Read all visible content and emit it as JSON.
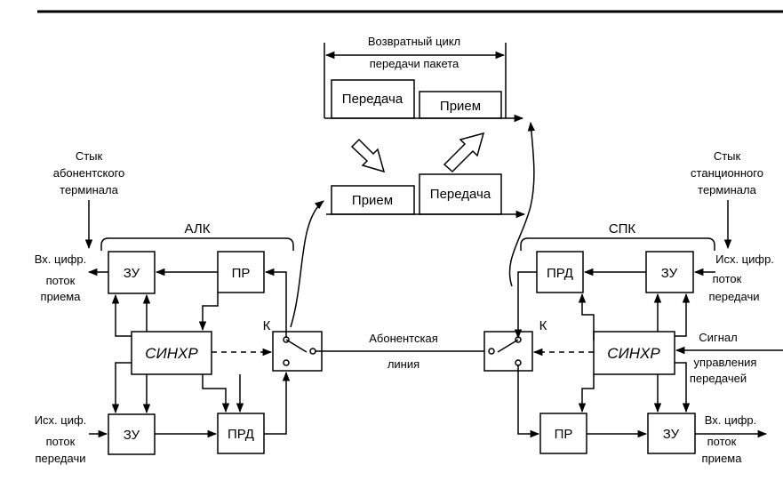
{
  "timing": {
    "cycle_label_1": "Возвратный цикл",
    "cycle_label_2": "передачи пакета",
    "top_tx": "Передача",
    "top_rx": "Прием",
    "bottom_rx": "Прием",
    "bottom_tx": "Передача"
  },
  "left": {
    "interface_1": "Стык",
    "interface_2": "абонентского",
    "interface_3": "терминала",
    "group_label": "АЛК",
    "in_stream_1": "Вх. цифр.",
    "in_stream_2": "поток",
    "in_stream_3": "приема",
    "out_stream_1": "Исх. циф.",
    "out_stream_2": "поток",
    "out_stream_3": "передачи",
    "zu_top": "ЗУ",
    "pr": "ПР",
    "sync": "СИНХР",
    "zu_bottom": "ЗУ",
    "prd": "ПРД",
    "switch_label": "К"
  },
  "line": {
    "label_1": "Абонентская",
    "label_2": "линия"
  },
  "right": {
    "interface_1": "Стык",
    "interface_2": "станционного",
    "interface_3": "терминала",
    "group_label": "СПК",
    "out_stream_1": "Исх. цифр.",
    "out_stream_2": "поток",
    "out_stream_3": "передачи",
    "in_stream_1": "Вх. цифр.",
    "in_stream_2": "поток",
    "in_stream_3": "приема",
    "signal_1": "Сигнал",
    "signal_2": "управления",
    "signal_3": "передачей",
    "prd": "ПРД",
    "zu_top": "ЗУ",
    "sync": "СИНХР",
    "pr": "ПР",
    "zu_bottom": "ЗУ",
    "switch_label": "К"
  }
}
